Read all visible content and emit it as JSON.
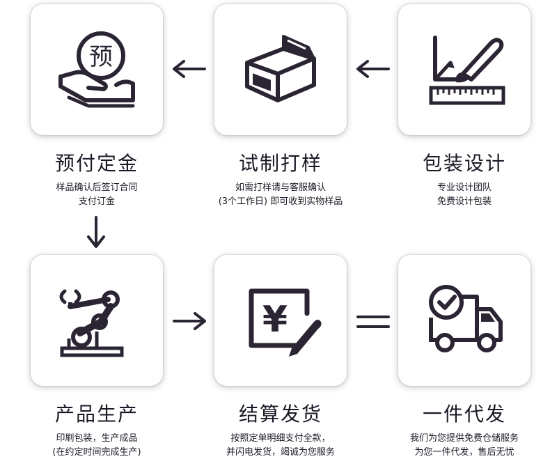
{
  "steps": [
    {
      "title": "包装设计",
      "lines": [
        "专业设计团队",
        "免费设计包装"
      ],
      "icon": "design-ruler-brush-icon"
    },
    {
      "title": "试制打样",
      "lines": [
        "如需打样请与客服确认",
        "(3个工作日) 即可收到实物样品"
      ],
      "icon": "sample-box-icon"
    },
    {
      "title": "预付定金",
      "lines": [
        "样品确认后签订合同",
        "支付订金"
      ],
      "icon": "deposit-hand-icon"
    },
    {
      "title": "产品生产",
      "lines": [
        "印刷包装，生产成品",
        "(在约定时间完成生产)"
      ],
      "icon": "robot-arm-icon"
    },
    {
      "title": "结算发货",
      "lines": [
        "按照定单明细支付全款，",
        "并闪电发货，竭诚为您服务"
      ],
      "icon": "yuan-payment-icon"
    },
    {
      "title": "一件代发",
      "lines": [
        "我们为您提供免费仓储服务",
        "为您一件代发，售后无忧"
      ],
      "icon": "delivery-truck-icon"
    }
  ],
  "deposit_glyph": "预",
  "yuan_glyph": "¥",
  "colors": {
    "icon": "#2b2433",
    "text": "#1a1a26",
    "card": "#ffffff"
  }
}
